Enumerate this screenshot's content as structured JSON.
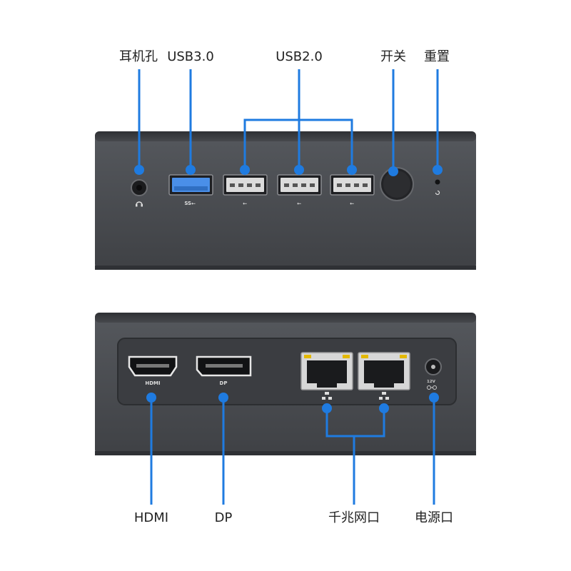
{
  "colors": {
    "callout": "#1f7be0",
    "device_body": "#4a4c50",
    "device_top": "#3a3c40",
    "port_blue": "#4a8fe8",
    "label_text": "#222222"
  },
  "front_panel": {
    "labels": {
      "headphone": "耳机孔",
      "usb3": "USB3.0",
      "usb2": "USB2.0",
      "power_switch": "开关",
      "reset": "重置"
    },
    "port_marks": {
      "usb3_mark": "SS⭠",
      "usb2_mark": "⭠"
    },
    "icons": [
      "headphone-icon",
      "usb-icon",
      "power-button",
      "reset-pinhole"
    ]
  },
  "back_panel": {
    "labels": {
      "hdmi": "HDMI",
      "dp": "DP",
      "lan": "千兆网口",
      "power_in": "电源口"
    },
    "port_marks": {
      "hdmi_mark": "HDMI",
      "dp_mark": "DP",
      "dc_mark": "12V"
    },
    "icons": [
      "ethernet-icon",
      "dc-power-icon"
    ]
  }
}
